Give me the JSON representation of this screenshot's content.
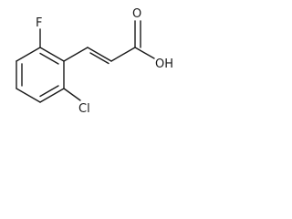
{
  "molecule": {
    "atoms": {
      "fluorine": "F",
      "chlorine": "Cl",
      "carbonyl_oxygen": "O",
      "hydroxyl": "OH"
    }
  }
}
